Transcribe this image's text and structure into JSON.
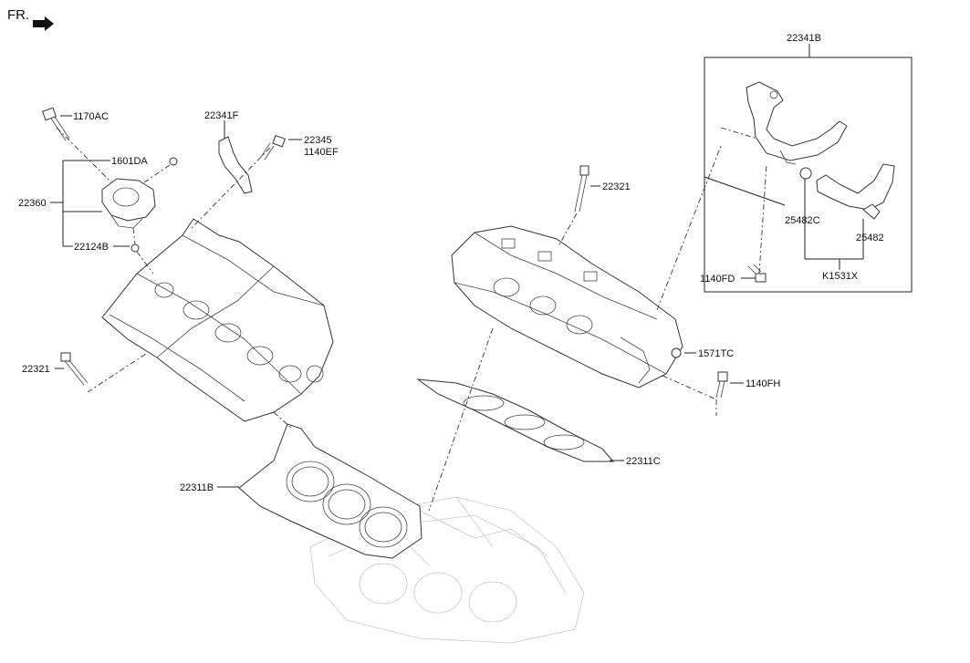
{
  "orientation_label": "FR.",
  "part_labels": [
    {
      "id": "1170AC",
      "text": "1170AC"
    },
    {
      "id": "1601DA",
      "text": "1601DA"
    },
    {
      "id": "22360",
      "text": "22360"
    },
    {
      "id": "22124B",
      "text": "22124B"
    },
    {
      "id": "22341F",
      "text": "22341F"
    },
    {
      "id": "22345",
      "text": "22345"
    },
    {
      "id": "1140EF",
      "text": "1140EF"
    },
    {
      "id": "22321-left",
      "text": "22321"
    },
    {
      "id": "22311B",
      "text": "22311B"
    },
    {
      "id": "22321-right",
      "text": "22321"
    },
    {
      "id": "22311C",
      "text": "22311C"
    },
    {
      "id": "1571TC",
      "text": "1571TC"
    },
    {
      "id": "1140FH",
      "text": "1140FH"
    },
    {
      "id": "22341B",
      "text": "22341B"
    },
    {
      "id": "25482C",
      "text": "25482C"
    },
    {
      "id": "25482",
      "text": "25482"
    },
    {
      "id": "1140FD",
      "text": "1140FD"
    },
    {
      "id": "K1531X",
      "text": "K1531X"
    }
  ]
}
